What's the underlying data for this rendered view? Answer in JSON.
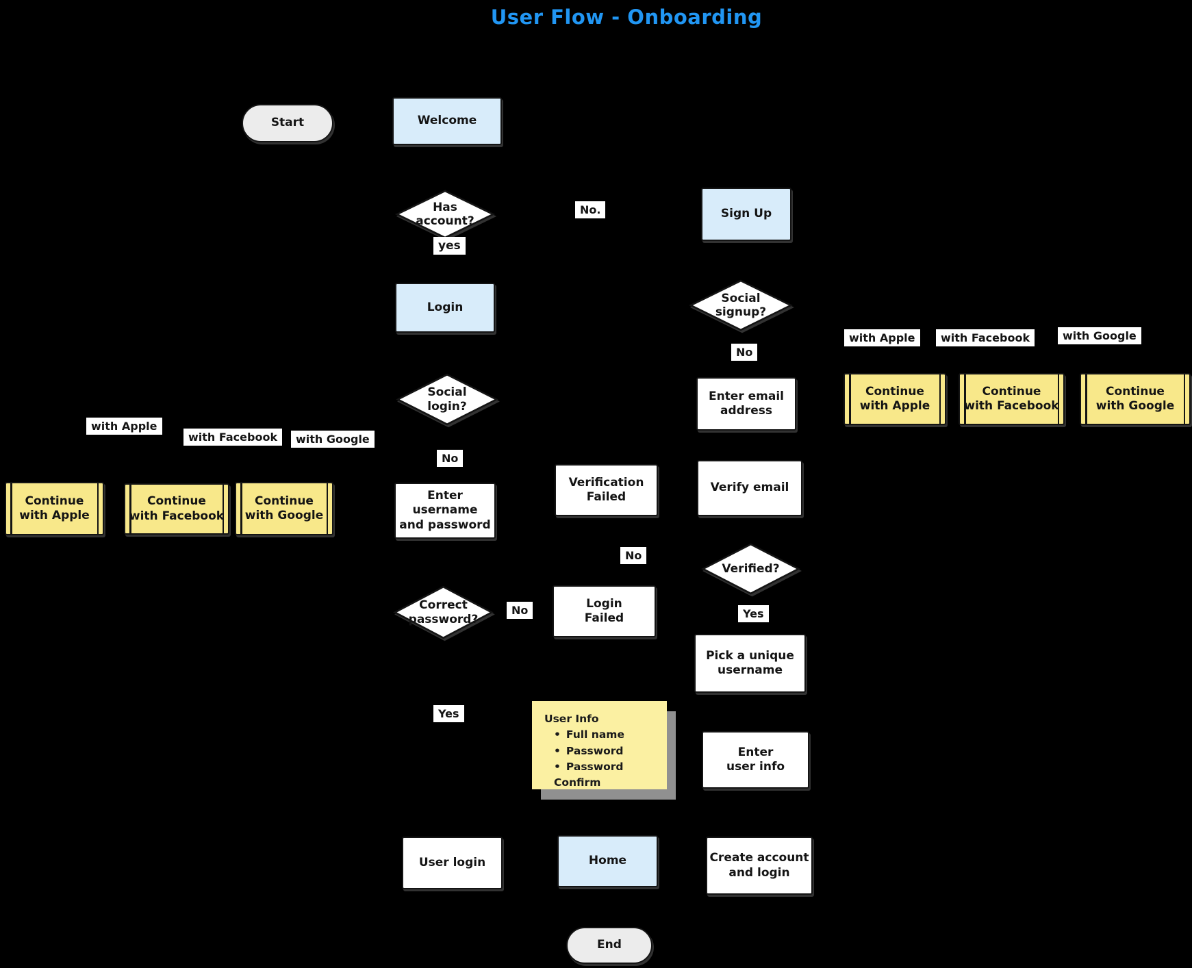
{
  "title": "User Flow - Onboarding",
  "colors": {
    "background": "#000000",
    "title_text": "#2196f3",
    "process_blue": "#d8ecfa",
    "terminal_gray": "#ececec",
    "subroutine_yellow": "#f8e88a",
    "sticky_yellow": "#fbf0a2",
    "shape_border": "#141414"
  },
  "nodes": {
    "start": "Start",
    "welcome": "Welcome",
    "has_account": "Has\naccount?",
    "sign_up": "Sign Up",
    "login": "Login",
    "social_signup": "Social\nsignup?",
    "enter_email": "Enter email\naddress",
    "social_login": "Social\nlogin?",
    "continue_apple": "Continue\nwith Apple",
    "continue_facebook": "Continue\nwith Facebook",
    "continue_google": "Continue\nwith Google",
    "enter_username": "Enter username\nand password",
    "verification_failed": "Verification\nFailed",
    "verify_email": "Verify email",
    "verified": "Verified?",
    "correct_password": "Correct\npassword?",
    "login_failed": "Login\nFailed",
    "pick_username": "Pick a unique\nusername",
    "enter_user_info": "Enter\nuser info",
    "user_login": "User login",
    "home": "Home",
    "create_account": "Create account\nand login",
    "end": "End"
  },
  "edge_labels": {
    "has_account_no": "No.",
    "has_account_yes": "yes",
    "social_signup_no": "No",
    "social_login_no": "No",
    "verified_no": "No",
    "verified_yes": "Yes",
    "password_no": "No",
    "password_yes": "Yes",
    "with_apple": "with Apple",
    "with_facebook": "with Facebook",
    "with_google": "with Google"
  },
  "sticky_note": {
    "title": "User Info",
    "bullet": "•",
    "items": [
      "Full name",
      "Password",
      "Password Confirm"
    ]
  }
}
